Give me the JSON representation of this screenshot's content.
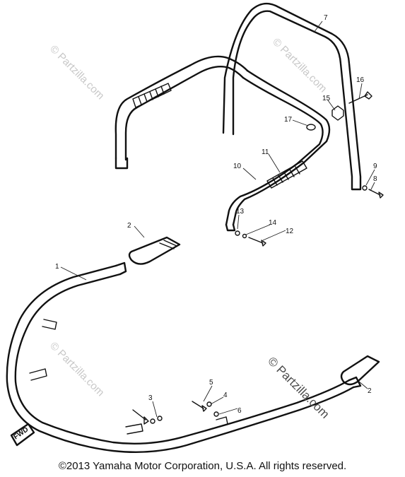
{
  "diagram": {
    "callouts": [
      "1",
      "2",
      "2",
      "3",
      "4",
      "5",
      "6",
      "7",
      "8",
      "9",
      "10",
      "11",
      "12",
      "13",
      "14",
      "15",
      "16",
      "17"
    ],
    "fwd_label": "FWD"
  },
  "watermarks": {
    "faint_text": "© Partzilla.com",
    "strong_text": "© Partzilla.com"
  },
  "footer": {
    "copyright": "©2013   Yamaha Motor Corporation, U.S.A. All rights reserved."
  },
  "colors": {
    "line": "#111111",
    "background": "#ffffff",
    "watermark": "#9a9a9a"
  }
}
